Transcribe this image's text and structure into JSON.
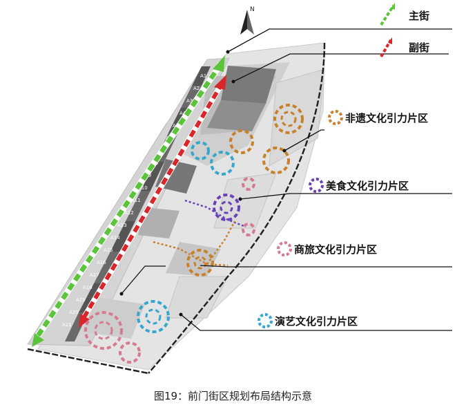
{
  "figure": {
    "caption": "图19：前门街区规划布局结构示意",
    "north_label": "N"
  },
  "legend": [
    {
      "key": "main_street",
      "label": "主街",
      "color": "#5cc43a",
      "icon": "green-dashed-arrow-icon"
    },
    {
      "key": "side_street",
      "label": "副街",
      "color": "#d8262a",
      "icon": "red-dashed-arrow-icon"
    },
    {
      "key": "heritage",
      "label": "非遗文化引力片区",
      "color": "#c8802a",
      "icon": "orange-dashed-ring-icon"
    },
    {
      "key": "food",
      "label": "美食文化引力片区",
      "color": "#6a42b8",
      "icon": "purple-dashed-ring-icon"
    },
    {
      "key": "commerce",
      "label": "商旅文化引力片区",
      "color": "#d67a90",
      "icon": "pink-dashed-ring-icon"
    },
    {
      "key": "performance",
      "label": "演艺文化引力片区",
      "color": "#35a7cc",
      "icon": "cyan-dashed-ring-icon"
    }
  ],
  "blocks": [
    "A1",
    "A2",
    "A3",
    "A4",
    "A5",
    "A6",
    "A7",
    "A8",
    "A9",
    "A10",
    "A11",
    "A12",
    "A13",
    "A14",
    "A15",
    "A16",
    "A17",
    "A18",
    "A19",
    "A20",
    "A21"
  ]
}
